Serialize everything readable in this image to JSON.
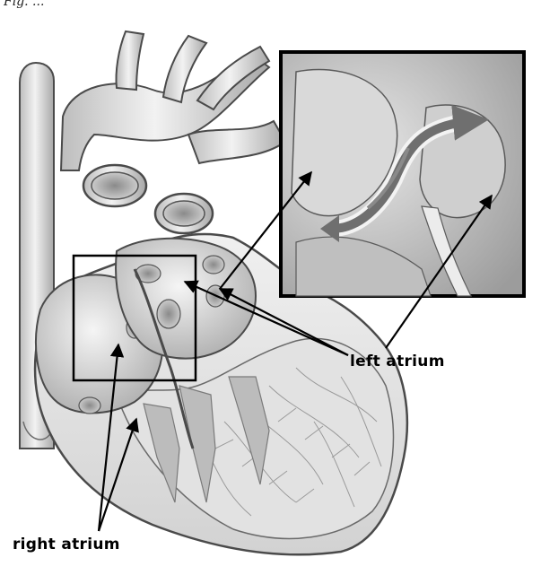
{
  "caption": "Fig. ... ",
  "labels": {
    "left_atrium": "left atrium",
    "right_atrium": "right atrium"
  },
  "colors": {
    "background": "#ffffff",
    "outline": "#4a4a4a",
    "tissue_light": "#ececec",
    "tissue_mid": "#cfcfcf",
    "tissue_dark": "#9a9a9a",
    "frame": "#000000"
  }
}
